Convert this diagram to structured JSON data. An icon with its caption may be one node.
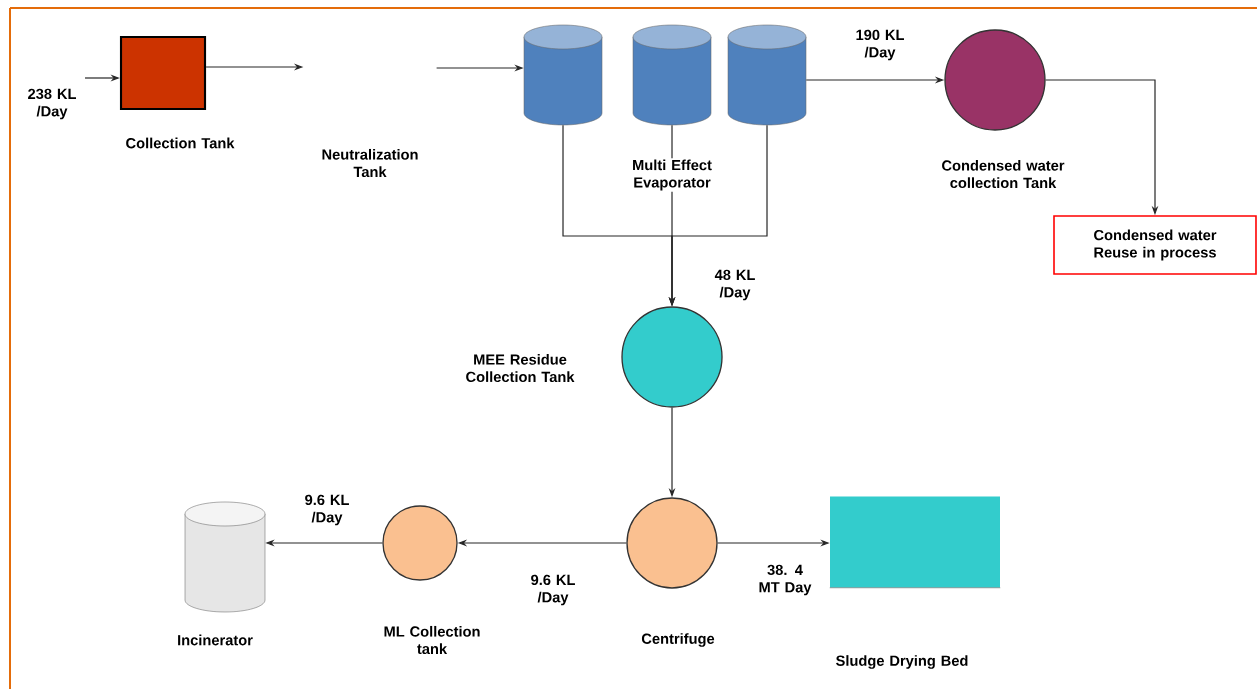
{
  "diagram": {
    "nodes": [
      {
        "text": [
          "Collection Tank"
        ]
      },
      {
        "text": [
          "Neutralization Tank"
        ]
      },
      {
        "text": [],
        "shape": "cylinder"
      },
      {
        "text": [],
        "shape": "cylinder",
        "beside": [
          "Multi Effect Evaporator"
        ]
      },
      {
        "text": [],
        "shape": "cylinder"
      },
      {
        "text": [
          "Condensed water collection Tank"
        ]
      },
      {
        "text": [
          "Condensed water Reuse in process"
        ]
      },
      {
        "text": [
          "MEE Residue Collection Tank"
        ]
      },
      {
        "text": [
          "Centrifuge"
        ]
      },
      {
        "text": [
          "ML Collection tank"
        ]
      },
      {
        "text": [
          "Incinerator"
        ]
      },
      {
        "text": [
          "Sludge Drying Bed"
        ]
      }
    ],
    "edges": [
      {
        "from": null,
        "to": 0,
        "arrow": "to",
        "label": "238 KL /Day"
      },
      {
        "from": 0,
        "to": 1,
        "arrow": "to"
      },
      {
        "from": 1,
        "to": 2,
        "arrow": "to"
      },
      {
        "from": 4,
        "to": 5,
        "arrow": "to",
        "label": "190 KL /Day"
      },
      {
        "from": 5,
        "to": 6,
        "arrow": "to"
      },
      {
        "from": 2,
        "to": 7,
        "arrow": "to"
      },
      {
        "from": 3,
        "to": 7,
        "arrow": "to",
        "label": "48 KL /Day"
      },
      {
        "from": 4,
        "to": 7,
        "arrow": "to"
      },
      {
        "from": 7,
        "to": 8,
        "arrow": "to"
      },
      {
        "from": 8,
        "to": 9,
        "arrow": "to",
        "label": "9.6 KL /Day"
      },
      {
        "from": 9,
        "to": 10,
        "arrow": "to",
        "label": "9.6 KL /Day"
      },
      {
        "from": 8,
        "to": 11,
        "arrow": "to",
        "label": "38. 4 MT Day"
      }
    ]
  }
}
